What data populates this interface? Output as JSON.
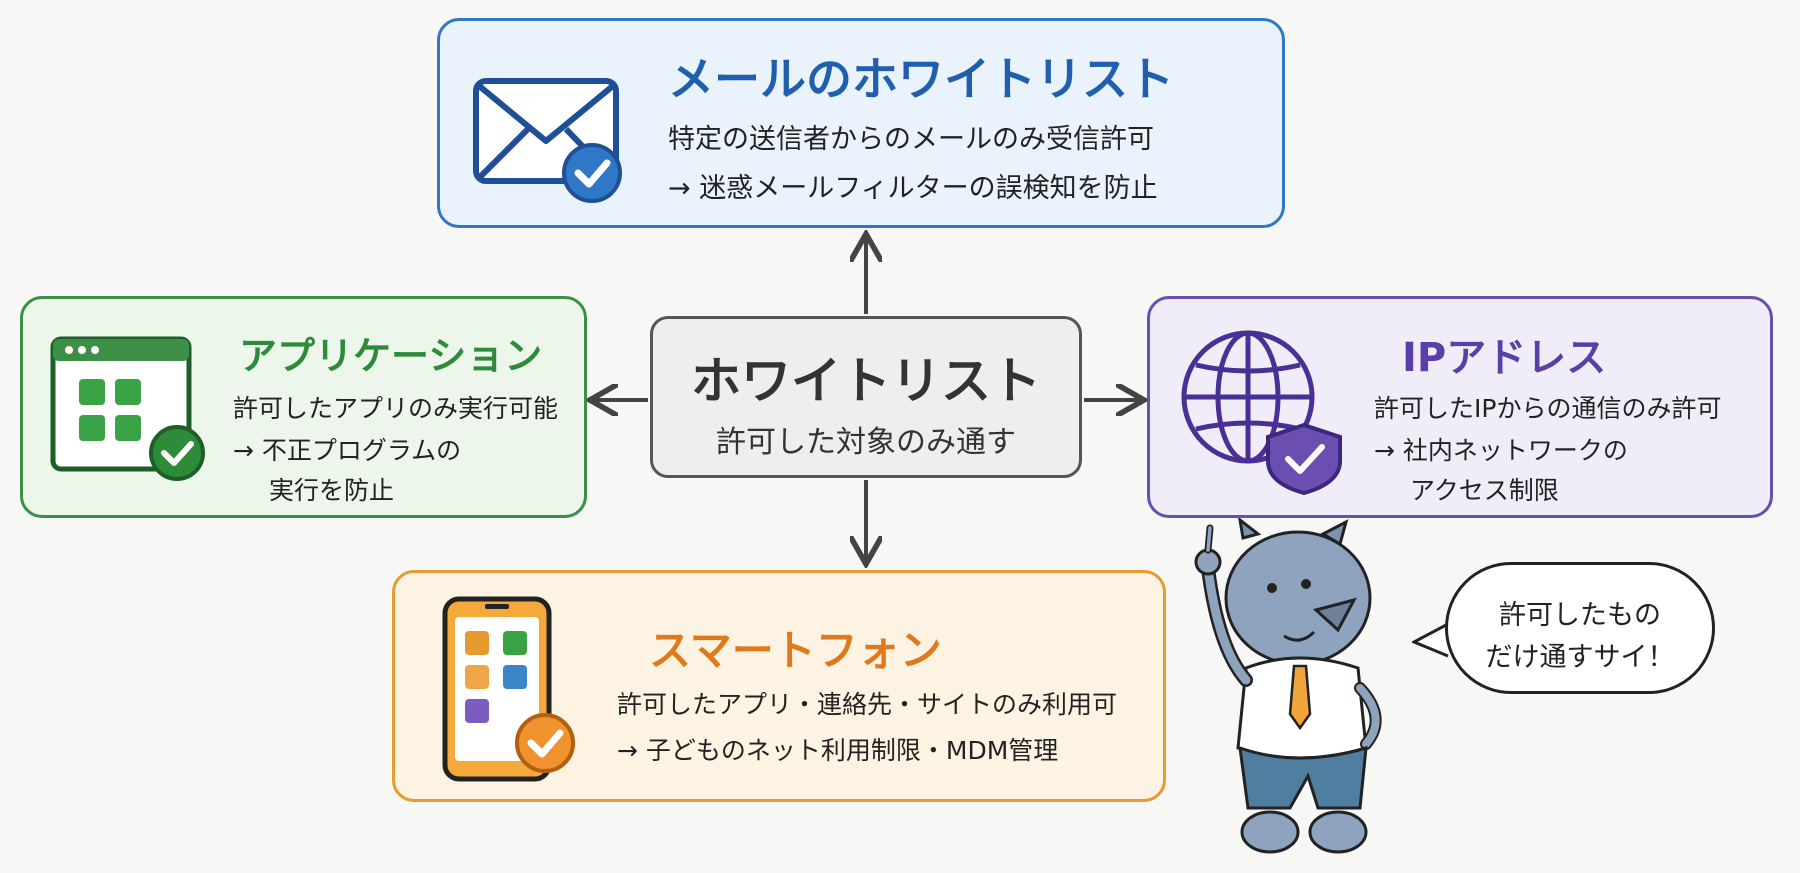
{
  "center": {
    "title": "ホワイトリスト",
    "subtitle": "許可した対象のみ通す"
  },
  "email": {
    "title": "メールのホワイトリスト",
    "line1": "特定の送信者からのメールのみ受信許可",
    "line2": "→ 迷惑メールフィルターの誤検知を防止",
    "icon": "envelope-check-icon",
    "accent": "#1f5fae"
  },
  "application": {
    "title": "アプリケーション",
    "line1": "許可したアプリのみ実行可能",
    "line2": "→ 不正プログラムの",
    "line3": "実行を防止",
    "icon": "app-window-check-icon",
    "accent": "#2e8b3a"
  },
  "ip": {
    "title": "IPアドレス",
    "line1": "許可したIPからの通信のみ許可",
    "line2": "→ 社内ネットワークの",
    "line3": "アクセス制限",
    "icon": "globe-shield-icon",
    "accent": "#5a3fa8"
  },
  "smartphone": {
    "title": "スマートフォン",
    "line1": "許可したアプリ・連絡先・サイトのみ利用可",
    "line2": "→ 子どものネット利用制限・MDM管理",
    "icon": "smartphone-check-icon",
    "accent": "#e0791c"
  },
  "mascot": {
    "speech_line1": "許可したもの",
    "speech_line2": "だけ通すサイ！",
    "icon": "rhino-mascot-icon"
  }
}
